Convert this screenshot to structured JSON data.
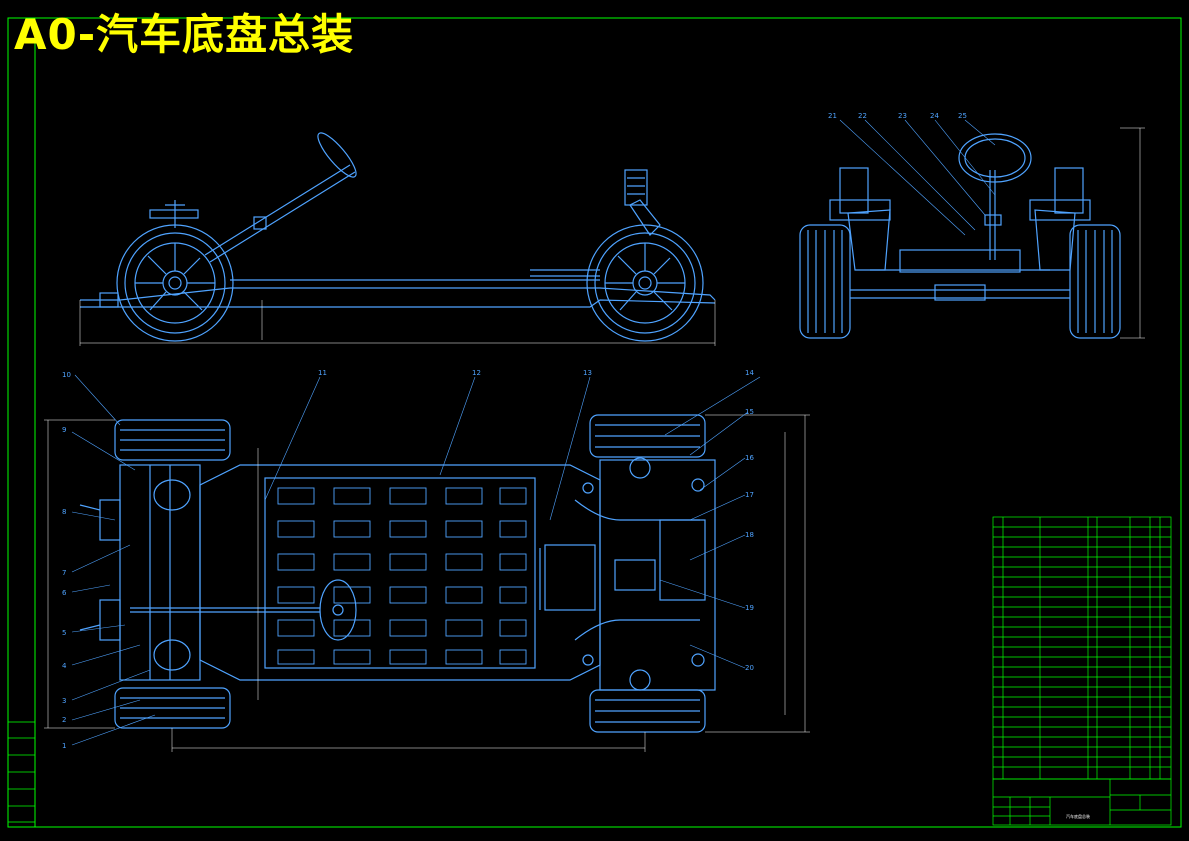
{
  "title": "A0-汽车底盘总装",
  "part_numbers_plan": [
    "1",
    "2",
    "3",
    "4",
    "5",
    "6",
    "7",
    "8",
    "9",
    "10",
    "11",
    "12",
    "13",
    "14",
    "15",
    "16",
    "17",
    "18",
    "19",
    "20"
  ],
  "part_numbers_front": [
    "21",
    "22",
    "23",
    "24",
    "25"
  ],
  "title_block": {
    "drawing_name": "汽车底盘总装"
  },
  "colors": {
    "frame": "#00ff00",
    "body": "#4fa3ff",
    "title": "#ffff00",
    "text": "#ffffff",
    "background": "#000000"
  }
}
